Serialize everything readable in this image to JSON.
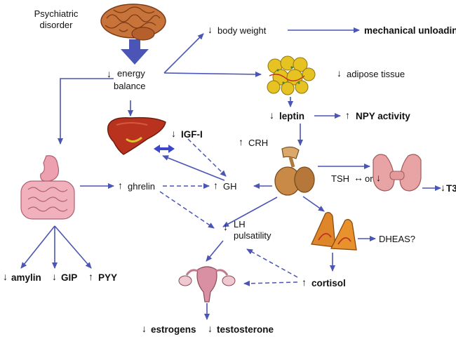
{
  "labels": {
    "psychiatric": "Psychiatric",
    "disorder": "disorder",
    "energy": "energy",
    "balance": "balance",
    "body_weight": "body weight",
    "mechanical_unloading": "mechanical unloading",
    "adipose_tissue": "adipose tissue",
    "leptin": "leptin",
    "npy_activity": "NPY activity",
    "igf1": "IGF-I",
    "crh": "CRH",
    "ghrelin": "ghrelin",
    "gh": "GH",
    "tsh": "TSH",
    "or": "or",
    "t3": "T3",
    "lh": "LH",
    "pulsatility": "pulsatility",
    "dheas": "DHEAS?",
    "amylin": "amylin",
    "gip": "GIP",
    "pyy": "PYY",
    "cortisol": "cortisol",
    "estrogens": "estrogens",
    "testosterone": "testosterone"
  },
  "arrows": {
    "up": "↑",
    "down": "↓",
    "both": "↔"
  },
  "colors": {
    "arrow": "#4a55b5",
    "brain": "#c8733a",
    "liver": "#b8321e",
    "gut": "#eda0b0",
    "fat": "#e6c222",
    "pituitary": "#c98a48",
    "thyroid": "#e8a4a4",
    "adrenal": "#e0862a",
    "uterus": "#d890a2"
  },
  "icons": [
    "brain-icon",
    "liver-icon",
    "gut-icon",
    "adipose-icon",
    "pituitary-icon",
    "thyroid-icon",
    "adrenal-icon",
    "uterus-icon"
  ]
}
